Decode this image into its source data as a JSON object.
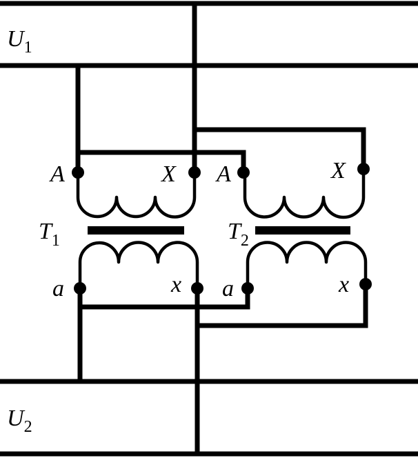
{
  "bus_labels": {
    "u1": {
      "main": "U",
      "sub": "1"
    },
    "u2": {
      "main": "U",
      "sub": "2"
    }
  },
  "transformers": [
    {
      "name": {
        "main": "T",
        "sub": "1"
      },
      "primary_start": "A",
      "primary_end": "X",
      "secondary_start": "a",
      "secondary_end": "x"
    },
    {
      "name": {
        "main": "T",
        "sub": "2"
      },
      "primary_start": "A",
      "primary_end": "X",
      "secondary_start": "a",
      "secondary_end": "x"
    }
  ]
}
